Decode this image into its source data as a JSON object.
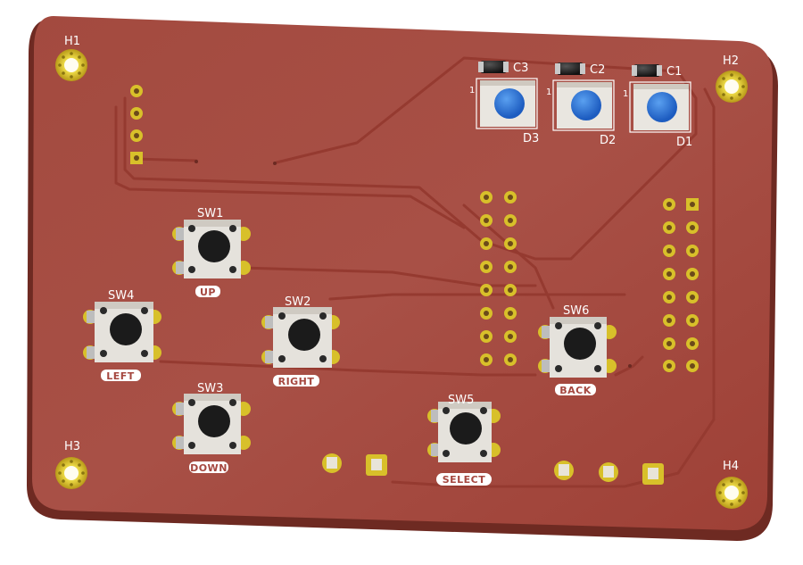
{
  "board": {
    "mounting_holes": [
      "H1",
      "H2",
      "H3",
      "H4"
    ],
    "leds": [
      {
        "ref": "D3",
        "cap": "C3",
        "pin1": "1"
      },
      {
        "ref": "D2",
        "cap": "C2",
        "pin1": "1"
      },
      {
        "ref": "D1",
        "cap": "C1",
        "pin1": "1"
      }
    ],
    "switches": [
      {
        "ref": "SW1",
        "label": "UP"
      },
      {
        "ref": "SW2",
        "label": "RIGHT"
      },
      {
        "ref": "SW3",
        "label": "DOWN"
      },
      {
        "ref": "SW4",
        "label": "LEFT"
      },
      {
        "ref": "SW5",
        "label": "SELECT"
      },
      {
        "ref": "SW6",
        "label": "BACK"
      }
    ],
    "colors": {
      "board": "#a9493f",
      "edge": "#6e2a22",
      "copper_gold": "#d8c02a",
      "led_blue": "#2a6fd0",
      "silkscreen": "#ffffff"
    }
  }
}
